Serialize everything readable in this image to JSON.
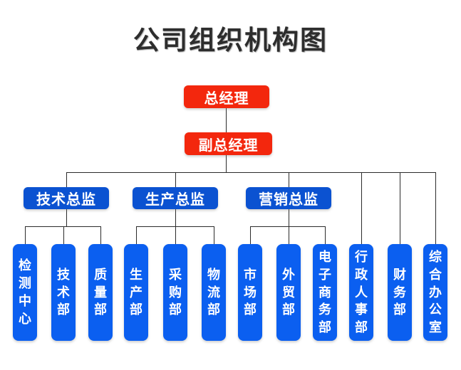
{
  "title": "公司组织机构图",
  "colors": {
    "red": "#f3270d",
    "director_blue": "#0b52d1",
    "department_blue": "#0b5ff0",
    "line": "#2b2b2b",
    "box_text": "#ffffff",
    "title_text": "#2d2d2d"
  },
  "org": {
    "general_manager": "总经理",
    "deputy_general_manager": "副总经理",
    "branches": [
      {
        "label": "技术总监",
        "children": [
          "检测中心",
          "技术部",
          "质量部"
        ]
      },
      {
        "label": "生产总监",
        "children": [
          "生产部",
          "采购部",
          "物流部"
        ]
      },
      {
        "label": "营销总监",
        "children": [
          "市场部",
          "外贸部",
          "电子商务部"
        ]
      }
    ],
    "direct_departments": [
      "行政人事部",
      "财务部",
      "综合办公室"
    ]
  }
}
